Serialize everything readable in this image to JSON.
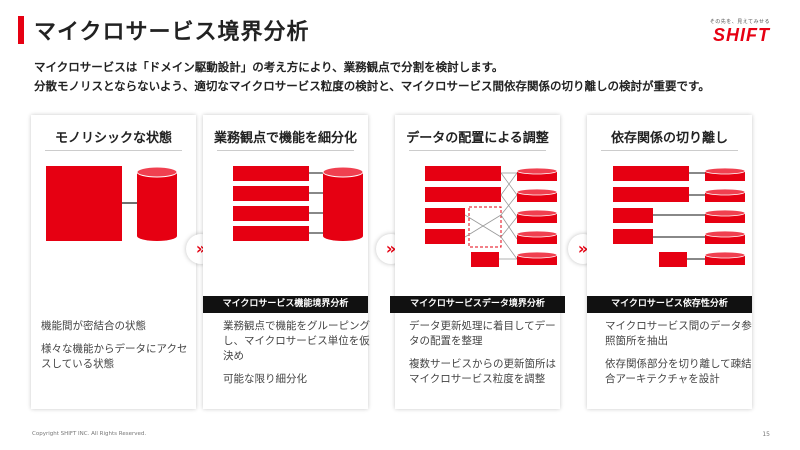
{
  "header": {
    "title": "マイクロサービス境界分析",
    "brand_tagline": "その先を、見えてみせる",
    "brand_logo": "SHIFT"
  },
  "lead": {
    "line1": "マイクロサービスは「ドメイン駆動設計」の考え方により、業務観点で分割を検討します。",
    "line2": "分散モノリスとならないよう、適切なマイクロサービス粒度の検討と、マイクロサービス間依存関係の切り離しの検討が重要です。"
  },
  "cards": [
    {
      "title": "モノリシックな状態",
      "label": "",
      "notes": [
        "機能間が密結合の状態",
        "様々な機能からデータにアクセスしている状態"
      ]
    },
    {
      "title": "業務観点で機能を細分化",
      "label": "マイクロサービス機能境界分析",
      "notes": [
        "業務観点で機能をグルーピングし、マイクロサービス単位を仮決め",
        "可能な限り細分化"
      ]
    },
    {
      "title": "データの配置による調整",
      "label": "マイクロサービスデータ境界分析",
      "notes": [
        "データ更新処理に着目してデータの配置を整理",
        "複数サービスからの更新箇所はマイクロサービス粒度を調整"
      ]
    },
    {
      "title": "依存関係の切り離し",
      "label": "マイクロサービス依存性分析",
      "notes": [
        "マイクロサービス間のデータ参照箇所を抽出",
        "依存関係部分を切り離して疎結合アーキテクチャを設計"
      ]
    }
  ],
  "arrow_glyph": "»",
  "footer": {
    "copyright": "Copyright SHIFT INC. All Rights Reserved.",
    "page": "15"
  },
  "colors": {
    "accent": "#e60012",
    "label_bg": "#111111"
  }
}
